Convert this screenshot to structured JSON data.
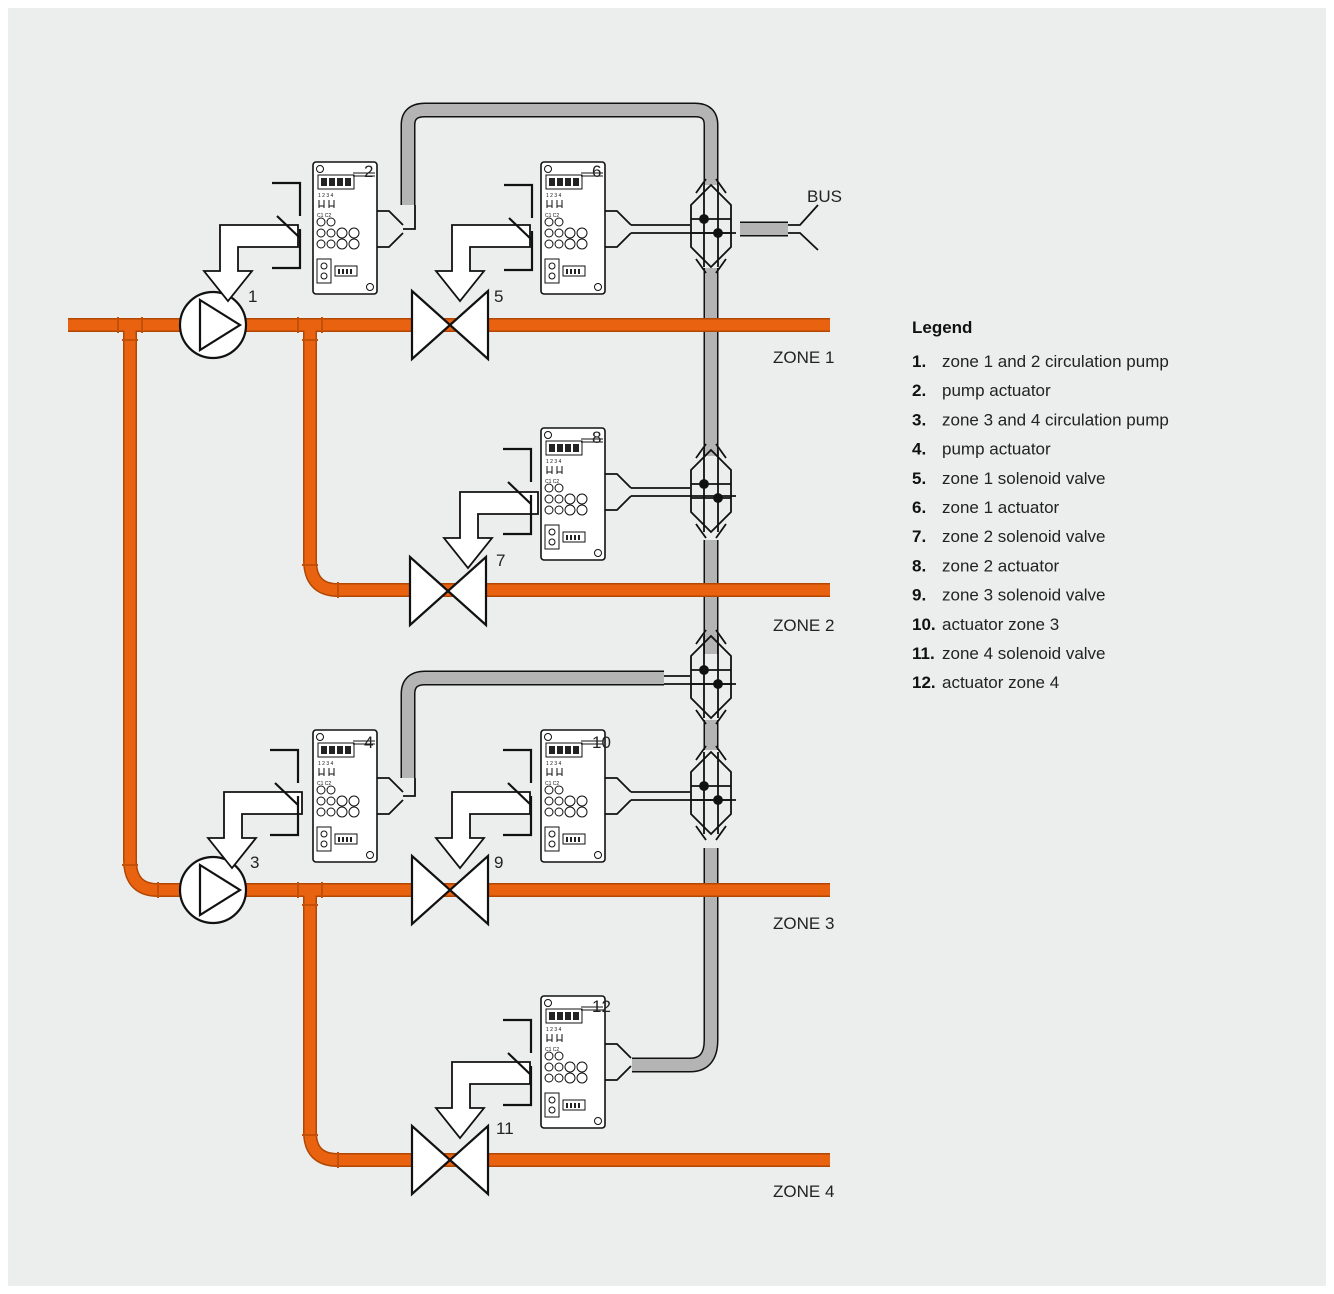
{
  "colors": {
    "background": "#eceeee",
    "pipe": "#e8620f",
    "cable": "#b4b4b4",
    "line": "#111111",
    "component_fill": "#ffffff"
  },
  "bus_label": "BUS",
  "zones": [
    "ZONE 1",
    "ZONE 2",
    "ZONE 3",
    "ZONE 4"
  ],
  "callouts": [
    "1",
    "2",
    "3",
    "4",
    "5",
    "6",
    "7",
    "8",
    "9",
    "10",
    "11",
    "12"
  ],
  "module_print": {
    "terminals": "1 2 3 4",
    "contacts": "C1 C2"
  },
  "legend": {
    "title": "Legend",
    "items": [
      {
        "num": "1.",
        "text": "zone 1 and 2 circulation pump"
      },
      {
        "num": "2.",
        "text": "pump actuator"
      },
      {
        "num": "3.",
        "text": "zone 3 and 4 circulation pump"
      },
      {
        "num": "4.",
        "text": "pump actuator"
      },
      {
        "num": "5.",
        "text": "zone 1 solenoid valve"
      },
      {
        "num": "6.",
        "text": "zone 1 actuator"
      },
      {
        "num": "7.",
        "text": "zone 2 solenoid valve"
      },
      {
        "num": "8.",
        "text": "zone 2 actuator"
      },
      {
        "num": "9.",
        "text": "zone 3 solenoid valve"
      },
      {
        "num": "10.",
        "text": "actuator zone 3"
      },
      {
        "num": "11.",
        "text": "zone 4 solenoid valve"
      },
      {
        "num": "12.",
        "text": "actuator zone 4"
      }
    ]
  }
}
